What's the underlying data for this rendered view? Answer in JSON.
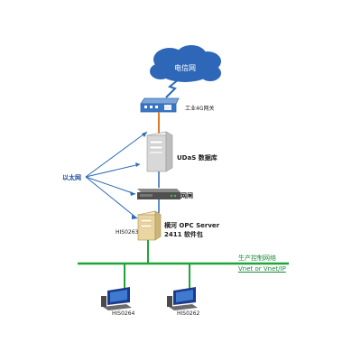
{
  "cloud": {
    "label": "电信网"
  },
  "gateway": {
    "label": "工业4G网关"
  },
  "database": {
    "label": "UDaS 数据库"
  },
  "switch": {
    "label": "网闸"
  },
  "server": {
    "tag": "HIS0263",
    "line1": "横河 OPC Server",
    "line2": "2411 软件包"
  },
  "ethernet": {
    "label": "以太网"
  },
  "production_network": {
    "label": "生产控制网络",
    "sublabel": "Vnet or Vnet/IP"
  },
  "workstations": [
    {
      "tag": "HIS0264"
    },
    {
      "tag": "HIS0262"
    }
  ],
  "colors": {
    "cloud": "#2e67b7",
    "bus": "#21a33a",
    "link": "#2c6bb5",
    "gateway_link": "#e07b2a"
  }
}
